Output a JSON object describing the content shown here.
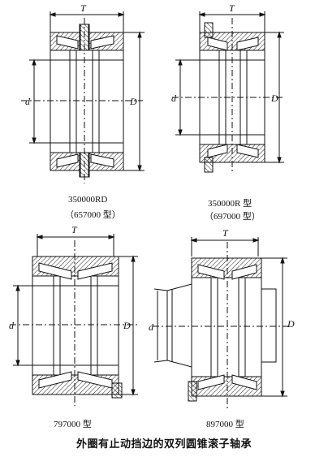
{
  "dimensions": {
    "T": "T",
    "d": "d",
    "D": "D"
  },
  "figures": [
    {
      "id": "fig1",
      "name_line1": "350000RD",
      "name_line2": "（657000 型）"
    },
    {
      "id": "fig2",
      "name_line1": "350000R 型",
      "name_line2": "（697000 型）"
    },
    {
      "id": "fig3",
      "name_line1": "797000 型",
      "name_line2": ""
    },
    {
      "id": "fig4",
      "name_line1": "897000 型",
      "name_line2": ""
    }
  ],
  "caption": "外圈有止动挡边的双列圆锥滚子轴承"
}
